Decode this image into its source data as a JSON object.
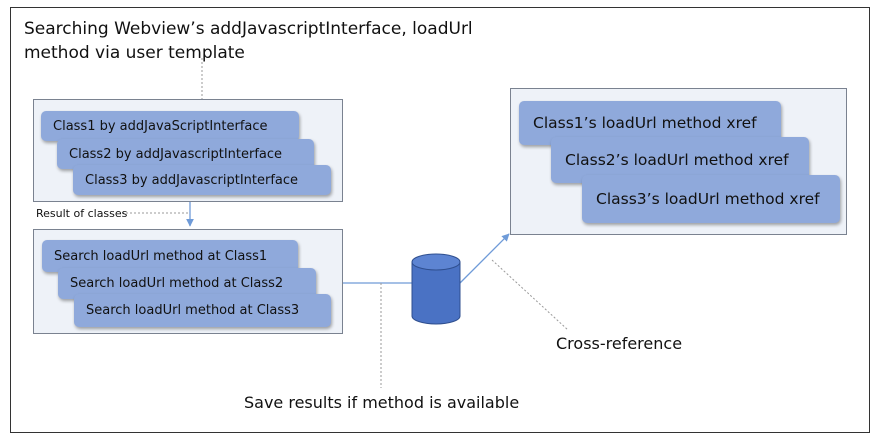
{
  "title_lines": [
    "Searching Webview’s addJavascriptInterface, loadUrl",
    "method via user template"
  ],
  "group1": {
    "items": [
      "Class1 by addJavaScriptInterface",
      "Class2 by addJavascriptInterface",
      "Class3 by addJavascriptInterface"
    ]
  },
  "result_label": "Result of classes",
  "group2": {
    "items": [
      "Search loadUrl method at Class1",
      "Search loadUrl method at Class2",
      "Search loadUrl method at Class3"
    ]
  },
  "group3": {
    "items": [
      "Class1’s loadUrl method xref",
      "Class2’s loadUrl method xref",
      "Class3’s loadUrl method xref"
    ]
  },
  "cross_reference_label": "Cross-reference",
  "save_label": "Save results if method is available",
  "colors": {
    "pill": "#8fa9db",
    "group_bg": "#eef2f8",
    "database": "#4a72c4",
    "arrow": "#6f9bd8"
  }
}
